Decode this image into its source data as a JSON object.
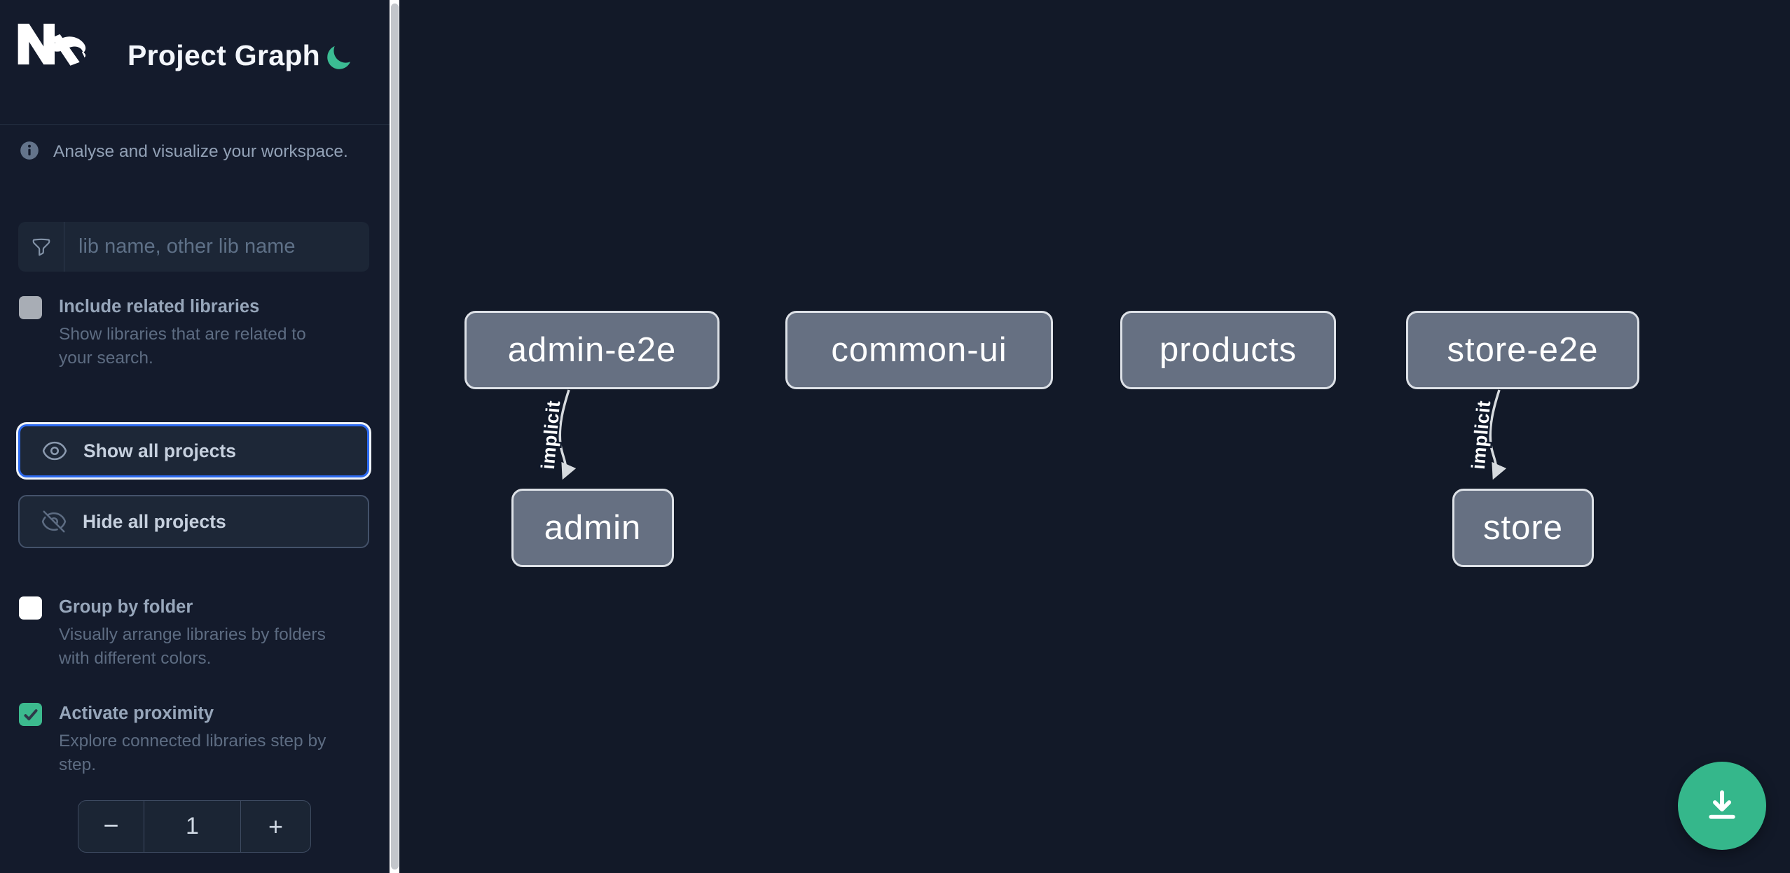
{
  "app": {
    "title": "Project Graph"
  },
  "sidebar": {
    "info_text": "Analyse and visualize your workspace.",
    "search_placeholder": "lib name, other lib name",
    "include_related": {
      "label": "Include related libraries",
      "description": "Show libraries that are related to your search.",
      "checked": false
    },
    "show_all_label": "Show all projects",
    "hide_all_label": "Hide all projects",
    "group_by_folder": {
      "label": "Group by folder",
      "description": "Visually arrange libraries by folders with different colors.",
      "checked": false
    },
    "activate_proximity": {
      "label": "Activate proximity",
      "description": "Explore connected libraries step by step.",
      "checked": true
    },
    "stepper": {
      "decrement": "−",
      "value": "1",
      "increment": "+"
    }
  },
  "graph": {
    "nodes": [
      {
        "id": "admin-e2e",
        "label": "admin-e2e"
      },
      {
        "id": "common-ui",
        "label": "common-ui"
      },
      {
        "id": "products",
        "label": "products"
      },
      {
        "id": "store-e2e",
        "label": "store-e2e"
      },
      {
        "id": "admin",
        "label": "admin"
      },
      {
        "id": "store",
        "label": "store"
      }
    ],
    "edges": [
      {
        "from": "admin-e2e",
        "to": "admin",
        "label": "implicit"
      },
      {
        "from": "store-e2e",
        "to": "store",
        "label": "implicit"
      }
    ]
  },
  "colors": {
    "accent_green": "#3bba90",
    "focus_blue": "#2d6af0",
    "node_fill": "#667082",
    "node_border": "#dde1e7",
    "edge": "#d6dade"
  }
}
